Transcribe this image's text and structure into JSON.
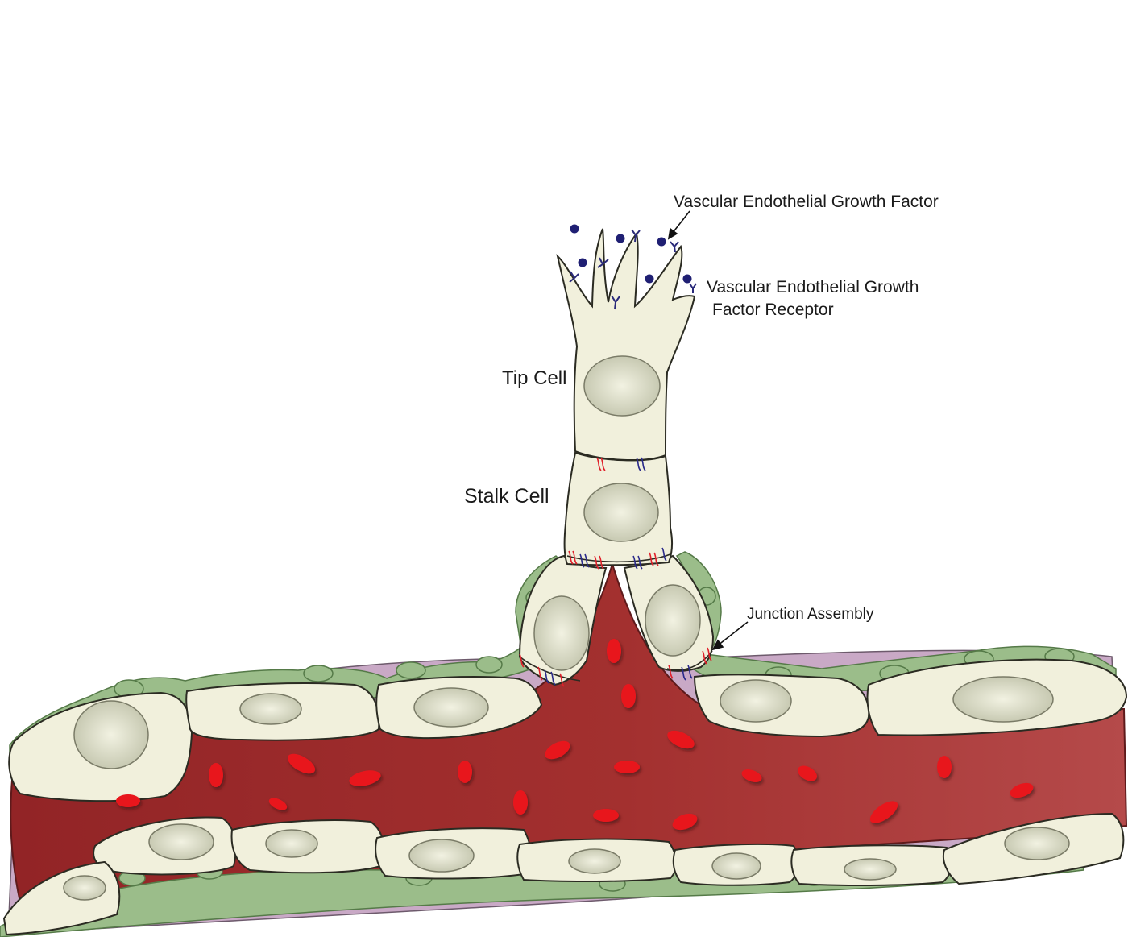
{
  "figure": {
    "labels": {
      "vegf": "Vascular Endothelial Growth Factor",
      "receptor_line1": "Vascular Endothelial Growth",
      "receptor_line2": "Factor Receptor",
      "tip_cell": "Tip Cell",
      "stalk_cell": "Stalk Cell",
      "junction": "Junction Assembly"
    },
    "colors": {
      "vessel_lumen": "#9e2a2c",
      "vessel_lumen_light": "#b54548",
      "endothelial_cell": "#f1f0dc",
      "nucleus": "#d2d3bd",
      "pericyte": "#9bbd8a",
      "pericyte_edge": "#557a48",
      "basement_membrane": "#c9a9c6",
      "red_blood_cell": "#e8181f",
      "vegf_dot": "#1f1f73",
      "receptor": "#2a2a7a",
      "junction_red": "#e0202a",
      "junction_blue": "#2a2a8a"
    }
  }
}
